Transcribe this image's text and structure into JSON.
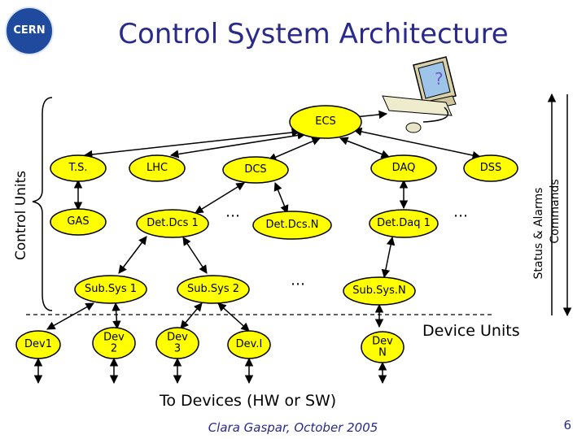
{
  "slide": {
    "title": "Control System Architecture",
    "logo_text": "CERN",
    "credit": "Clara Gaspar, October 2005",
    "page": "6"
  },
  "nodes": {
    "ecs": "ECS",
    "ts": "T.S.",
    "lhc": "LHC",
    "dcs": "DCS",
    "daq": "DAQ",
    "dss": "DSS",
    "gas": "GAS",
    "detdcs1": "Det.Dcs 1",
    "detdcsn": "Det.Dcs.N",
    "detdaq1": "Det.Daq 1",
    "subsys1": "Sub.Sys 1",
    "subsys2": "Sub.Sys 2",
    "subsysn": "Sub.Sys.N",
    "dev1": "Dev1",
    "dev2": "Dev 2",
    "dev3": "Dev 3",
    "devi": "Dev.I",
    "devn": "Dev N"
  },
  "ellipsis": "…",
  "labels": {
    "control_units": "Control Units",
    "device_units": "Device Units",
    "to_devices": "To Devices (HW or SW)",
    "status_alarms": "Status & Alarms",
    "commands": "Commands"
  },
  "colors": {
    "node_fill": "#ffff00",
    "node_stroke": "#000000",
    "title": "#2a2a8c",
    "logo": "#1f4a9e"
  }
}
